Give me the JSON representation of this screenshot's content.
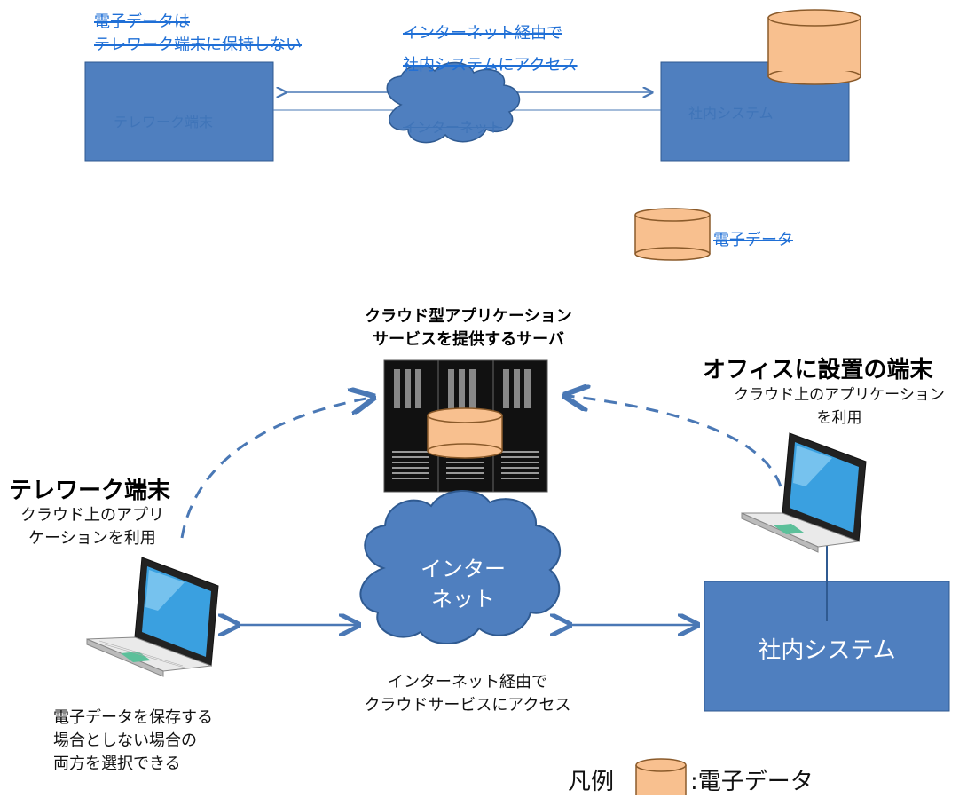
{
  "top": {
    "left_note_line1": "電子データは",
    "left_note_line2": "テレワーク端末に保持しない",
    "center_note_line1": "インターネット経由で",
    "center_note_line2": "社内システムにアクセス",
    "left_box_label": "テレワーク端末",
    "cloud_label": "インターネット",
    "right_box_label": "社内システム",
    "db_label": "電子データ"
  },
  "bottom": {
    "server_title_line1": "クラウド型アプリケーション",
    "server_title_line2": "サービスを提供するサーバ",
    "office_title": "オフィスに設置の端末",
    "office_sub_line1": "クラウド上のアプリケーション",
    "office_sub_line2": "を利用",
    "tele_title": "テレワーク端末",
    "tele_sub_line1": "クラウド上のアプリ",
    "tele_sub_line2": "ケーションを利用",
    "cloud_label_line1": "インター",
    "cloud_label_line2": "ネット",
    "internal_system": "社内システム",
    "via_internet_line1": "インターネット経由で",
    "via_internet_line2": "クラウドサービスにアクセス",
    "save_note_line1": "電子データを保存する",
    "save_note_line2": "場合としない場合の",
    "save_note_line3": "両方を選択できる",
    "legend_label": "凡例",
    "legend_item": ":電子データ"
  },
  "colors": {
    "box_blue": "#4f7fbf",
    "cloud_blue": "#4f7fbf",
    "arrow_blue": "#4a78b5",
    "db_fill": "#f8c08f",
    "db_stroke": "#8a5a2a",
    "strike_text": "#1f6fd6"
  }
}
